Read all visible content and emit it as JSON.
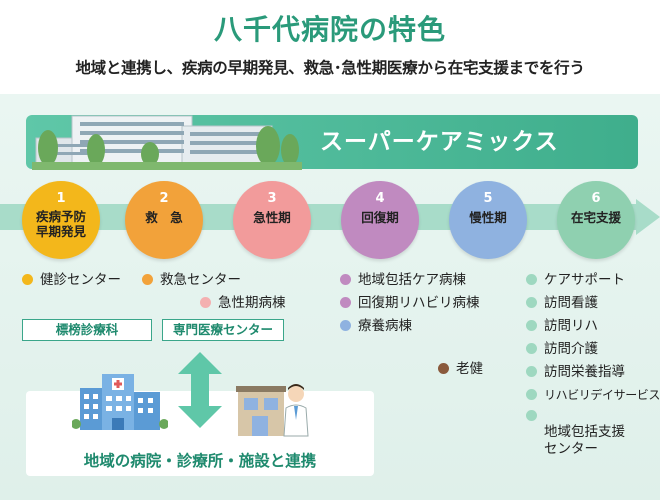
{
  "header": {
    "title": "八千代病院の特色",
    "subtitle": "地域と連携し、疾病の早期発見、救急･急性期医療から在宅支援までを行う"
  },
  "hero": {
    "label": "スーパーケアミックス"
  },
  "steps": [
    {
      "num": "1",
      "label": "疾病予防\n早期発見",
      "color": "#f3b71b"
    },
    {
      "num": "2",
      "label": "救　急",
      "color": "#f2a23a"
    },
    {
      "num": "3",
      "label": "急性期",
      "color": "#f29b9b"
    },
    {
      "num": "4",
      "label": "回復期",
      "color": "#c08ac0"
    },
    {
      "num": "5",
      "label": "慢性期",
      "color": "#8fb2e0"
    },
    {
      "num": "6",
      "label": "在宅支援",
      "color": "#8fd0b0"
    }
  ],
  "items": {
    "col1": [
      {
        "text": "健診センター",
        "color": "#f3b71b"
      }
    ],
    "col2": [
      {
        "text": "救急センター",
        "color": "#f2a23a"
      },
      {
        "text": "急性期病棟",
        "color": "#f4b0b0"
      }
    ],
    "col4": [
      {
        "text": "地域包括ケア病棟",
        "color": "#c08ac0"
      },
      {
        "text": "回復期リハビリ病棟",
        "color": "#c08ac0"
      },
      {
        "text": "療養病棟",
        "color": "#8fb2e0"
      }
    ],
    "col5": [
      {
        "text": "老健",
        "color": "#8a5a3c"
      }
    ],
    "col6": [
      {
        "text": "ケアサポート",
        "color": "#9ed8c0"
      },
      {
        "text": "訪問看護",
        "color": "#9ed8c0"
      },
      {
        "text": "訪問リハ",
        "color": "#9ed8c0"
      },
      {
        "text": "訪問介護",
        "color": "#9ed8c0"
      },
      {
        "text": "訪問栄養指導",
        "color": "#9ed8c0"
      },
      {
        "text": "リハビリデイサービス彩",
        "color": "#9ed8c0"
      },
      {
        "text": "地域包括支援\nセンター",
        "color": "#9ed8c0"
      }
    ]
  },
  "tags": {
    "specialty": "標榜診療科",
    "center": "専門医療センター"
  },
  "link": {
    "label": "地域の病院・診療所・施設と連携"
  },
  "colors": {
    "accent": "#2a9a7a",
    "band": "#a8dcc9"
  }
}
